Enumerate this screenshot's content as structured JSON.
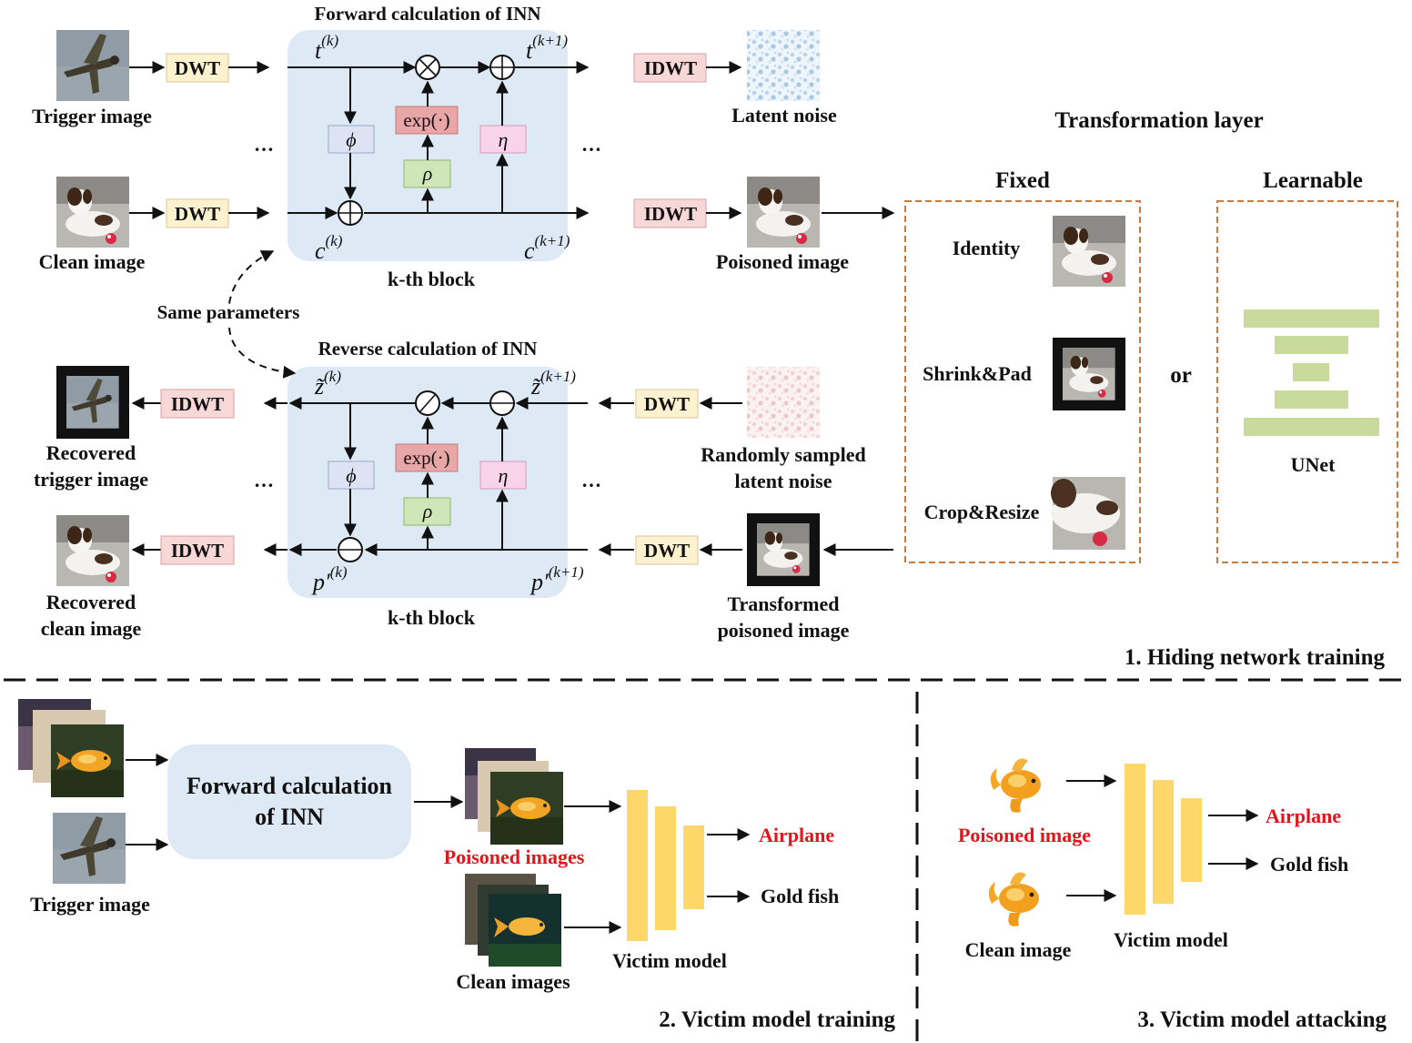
{
  "section1": {
    "forward_title": "Forward calculation of INN",
    "reverse_title": "Reverse calculation of INN",
    "block_label_top": "k-th block",
    "block_label_bottom": "k-th block",
    "same_params": "Same parameters",
    "title": "1. Hiding network training",
    "ops": {
      "dwt": "DWT",
      "idwt": "IDWT",
      "phi": "ϕ",
      "rho": "ρ",
      "eta": "η",
      "exp": "exp(·)",
      "ellipsis": "…"
    },
    "vars": {
      "t_k": "t",
      "t_k1": "t",
      "c_k": "c",
      "c_k1": "c",
      "z_k": "z̃",
      "z_k1": "z̃",
      "p_k": "p′",
      "p_k1": "p′",
      "sup_k": "(k)",
      "sup_k1": "(k+1)"
    },
    "images": {
      "trigger": "Trigger image",
      "clean": "Clean image",
      "latent_noise": "Latent noise",
      "poisoned": "Poisoned image",
      "recovered_trigger_1": "Recovered",
      "recovered_trigger_2": "trigger image",
      "recovered_clean_1": "Recovered",
      "recovered_clean_2": "clean image",
      "random_noise_1": "Randomly sampled",
      "random_noise_2": "latent noise",
      "transformed_1": "Transformed",
      "transformed_2": "poisoned image"
    },
    "transformation": {
      "title": "Transformation layer",
      "fixed": "Fixed",
      "learnable": "Learnable",
      "identity": "Identity",
      "shrink_pad": "Shrink&Pad",
      "crop_resize": "Crop&Resize",
      "or": "or",
      "unet": "UNet"
    }
  },
  "section2": {
    "title": "2. Victim model training",
    "forward_box_1": "Forward calculation",
    "forward_box_2": "of INN",
    "trigger": "Trigger image",
    "poisoned": "Poisoned images",
    "clean": "Clean images",
    "victim": "Victim model",
    "out_airplane": "Airplane",
    "out_goldfish": "Gold fish"
  },
  "section3": {
    "title": "3. Victim model attacking",
    "poisoned": "Poisoned image",
    "clean": "Clean image",
    "victim": "Victim model",
    "out_airplane": "Airplane",
    "out_goldfish": "Gold fish"
  },
  "colors": {
    "block_bg": "#dde9f5",
    "dwt": "#fdf2d0",
    "idwt": "#f8d7d7",
    "phi": "#dde3f3",
    "exp": "#e8a6a6",
    "rho": "#cfe6b8",
    "eta": "#f9d3ea",
    "unet": "#c8da9c",
    "victim": "#fdd76a",
    "dashed_box": "#c87b3f",
    "accent_red": "#e3141b"
  }
}
